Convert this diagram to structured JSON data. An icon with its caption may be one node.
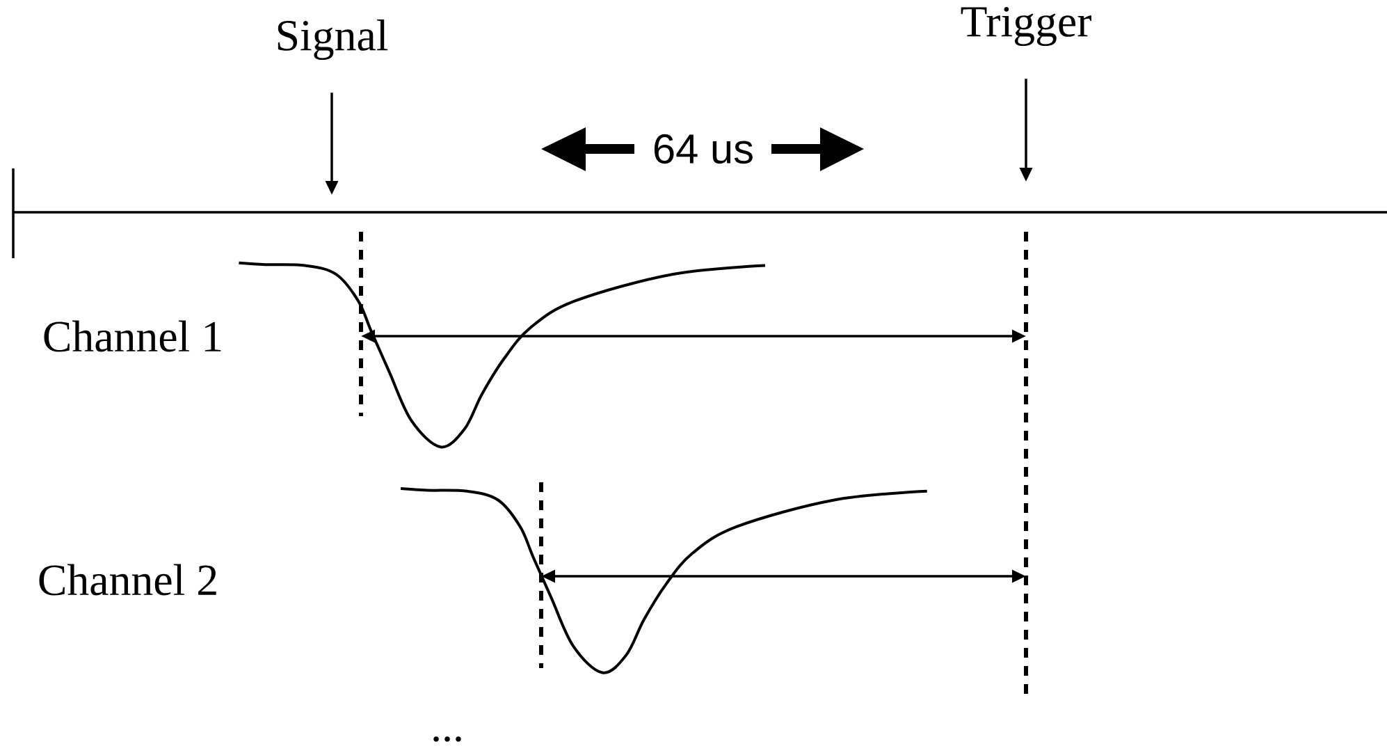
{
  "diagram": {
    "nodes": [
      {
        "text": [
          "Signal"
        ]
      },
      {
        "text": [
          "Trigger"
        ]
      },
      {
        "text": [],
        "shape": "line"
      },
      {
        "text": [],
        "shape": "line"
      },
      {
        "text": [],
        "shape": "line"
      }
    ],
    "edges": [
      {
        "from": 0,
        "to": null,
        "arrow": "to"
      },
      {
        "from": 1,
        "to": null,
        "arrow": "to"
      },
      {
        "from": 2,
        "to": 3,
        "arrow": "both"
      },
      {
        "from": 4,
        "to": 3,
        "arrow": "both"
      }
    ],
    "labels": [
      "64 us",
      "Channel 1",
      "Channel 2",
      "..."
    ]
  }
}
